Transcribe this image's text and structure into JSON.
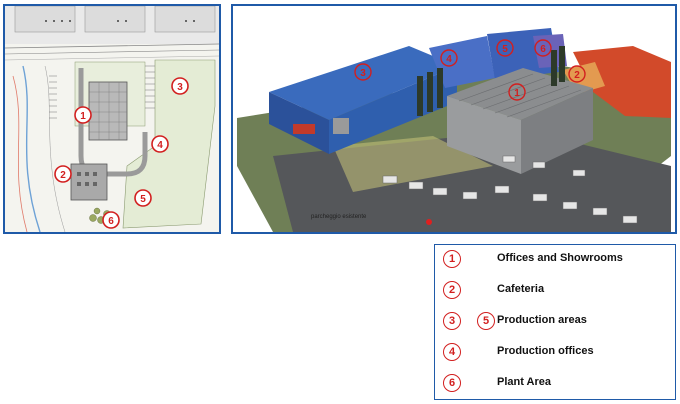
{
  "site_plan": {
    "markers": [
      "1",
      "2",
      "3",
      "4",
      "5",
      "6"
    ]
  },
  "render": {
    "markers": [
      "1",
      "2",
      "3",
      "4",
      "5",
      "6"
    ],
    "parking_caption": "parcheggio esistente"
  },
  "legend": {
    "items": [
      {
        "numbers": [
          "1"
        ],
        "label": "Offices and Showrooms"
      },
      {
        "numbers": [
          "2"
        ],
        "label": "Cafeteria"
      },
      {
        "numbers": [
          "3",
          "5"
        ],
        "label": "Production areas"
      },
      {
        "numbers": [
          "4"
        ],
        "label": "Production offices"
      },
      {
        "numbers": [
          "6"
        ],
        "label": "Plant Area"
      }
    ]
  },
  "colors": {
    "frame": "#1f5aa8",
    "marker": "#d21f1f",
    "building_blue": "#2f5fae",
    "terrain_red": "#d24a2a"
  }
}
